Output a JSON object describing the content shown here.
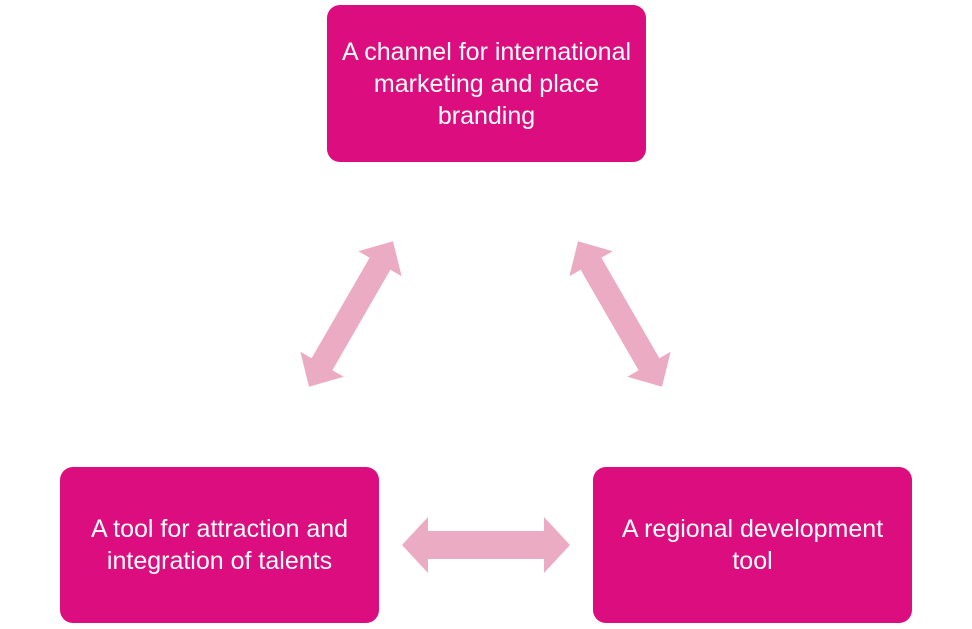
{
  "nodes": {
    "top": {
      "label": "A channel for international marketing and place branding"
    },
    "left": {
      "label": "A tool for attraction and integration of talents"
    },
    "right": {
      "label": "A regional development tool"
    }
  },
  "colors": {
    "node_fill": "#dc0d7e",
    "node_text": "#ffffff",
    "arrow_fill": "#ebabc2"
  },
  "arrows": [
    {
      "name": "arrow-top-left",
      "from": "top",
      "to": "left",
      "direction": "both"
    },
    {
      "name": "arrow-top-right",
      "from": "top",
      "to": "right",
      "direction": "both"
    },
    {
      "name": "arrow-left-right",
      "from": "left",
      "to": "right",
      "direction": "both"
    }
  ]
}
